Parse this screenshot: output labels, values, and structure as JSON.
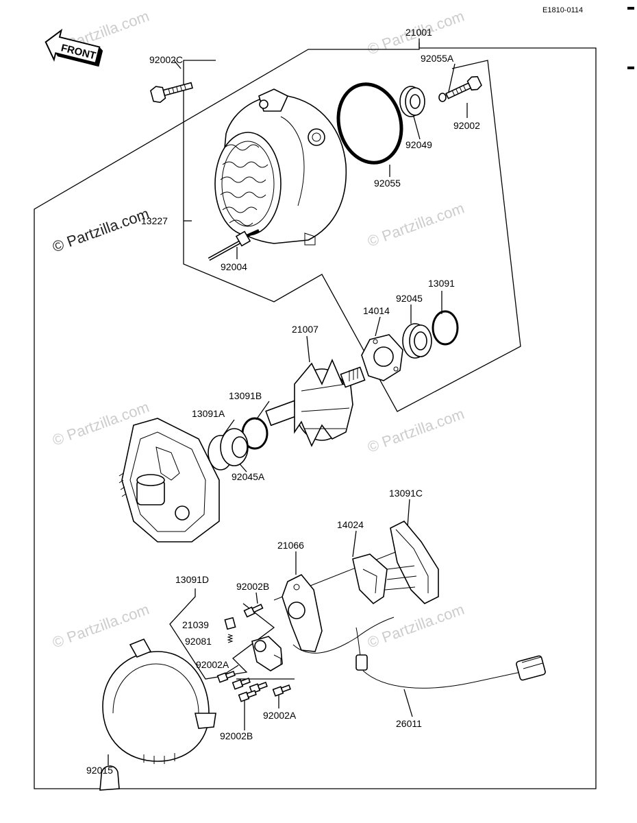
{
  "diagram": {
    "ref_code": "E1810-0114",
    "front_label": "FRONT",
    "watermark_main": "© Partzilla.com",
    "watermark_repeat": "© Partzilla.com",
    "parts": [
      {
        "id": "21001",
        "label": "21001"
      },
      {
        "id": "92055A",
        "label": "92055A"
      },
      {
        "id": "92002C",
        "label": "92002C"
      },
      {
        "id": "92002",
        "label": "92002"
      },
      {
        "id": "92049",
        "label": "92049"
      },
      {
        "id": "92055",
        "label": "92055"
      },
      {
        "id": "13227",
        "label": "13227"
      },
      {
        "id": "92004",
        "label": "92004"
      },
      {
        "id": "13091",
        "label": "13091"
      },
      {
        "id": "92045",
        "label": "92045"
      },
      {
        "id": "14014",
        "label": "14014"
      },
      {
        "id": "21007",
        "label": "21007"
      },
      {
        "id": "13091B",
        "label": "13091B"
      },
      {
        "id": "13091A",
        "label": "13091A"
      },
      {
        "id": "92045A",
        "label": "92045A"
      },
      {
        "id": "13091C",
        "label": "13091C"
      },
      {
        "id": "14024",
        "label": "14024"
      },
      {
        "id": "21066",
        "label": "21066"
      },
      {
        "id": "13091D",
        "label": "13091D"
      },
      {
        "id": "92002B_top",
        "label": "92002B"
      },
      {
        "id": "21039",
        "label": "21039"
      },
      {
        "id": "92081",
        "label": "92081"
      },
      {
        "id": "92002A_left",
        "label": "92002A"
      },
      {
        "id": "92002A_right",
        "label": "92002A"
      },
      {
        "id": "92002B_bottom",
        "label": "92002B"
      },
      {
        "id": "26011",
        "label": "26011"
      },
      {
        "id": "92015",
        "label": "92015"
      }
    ]
  }
}
